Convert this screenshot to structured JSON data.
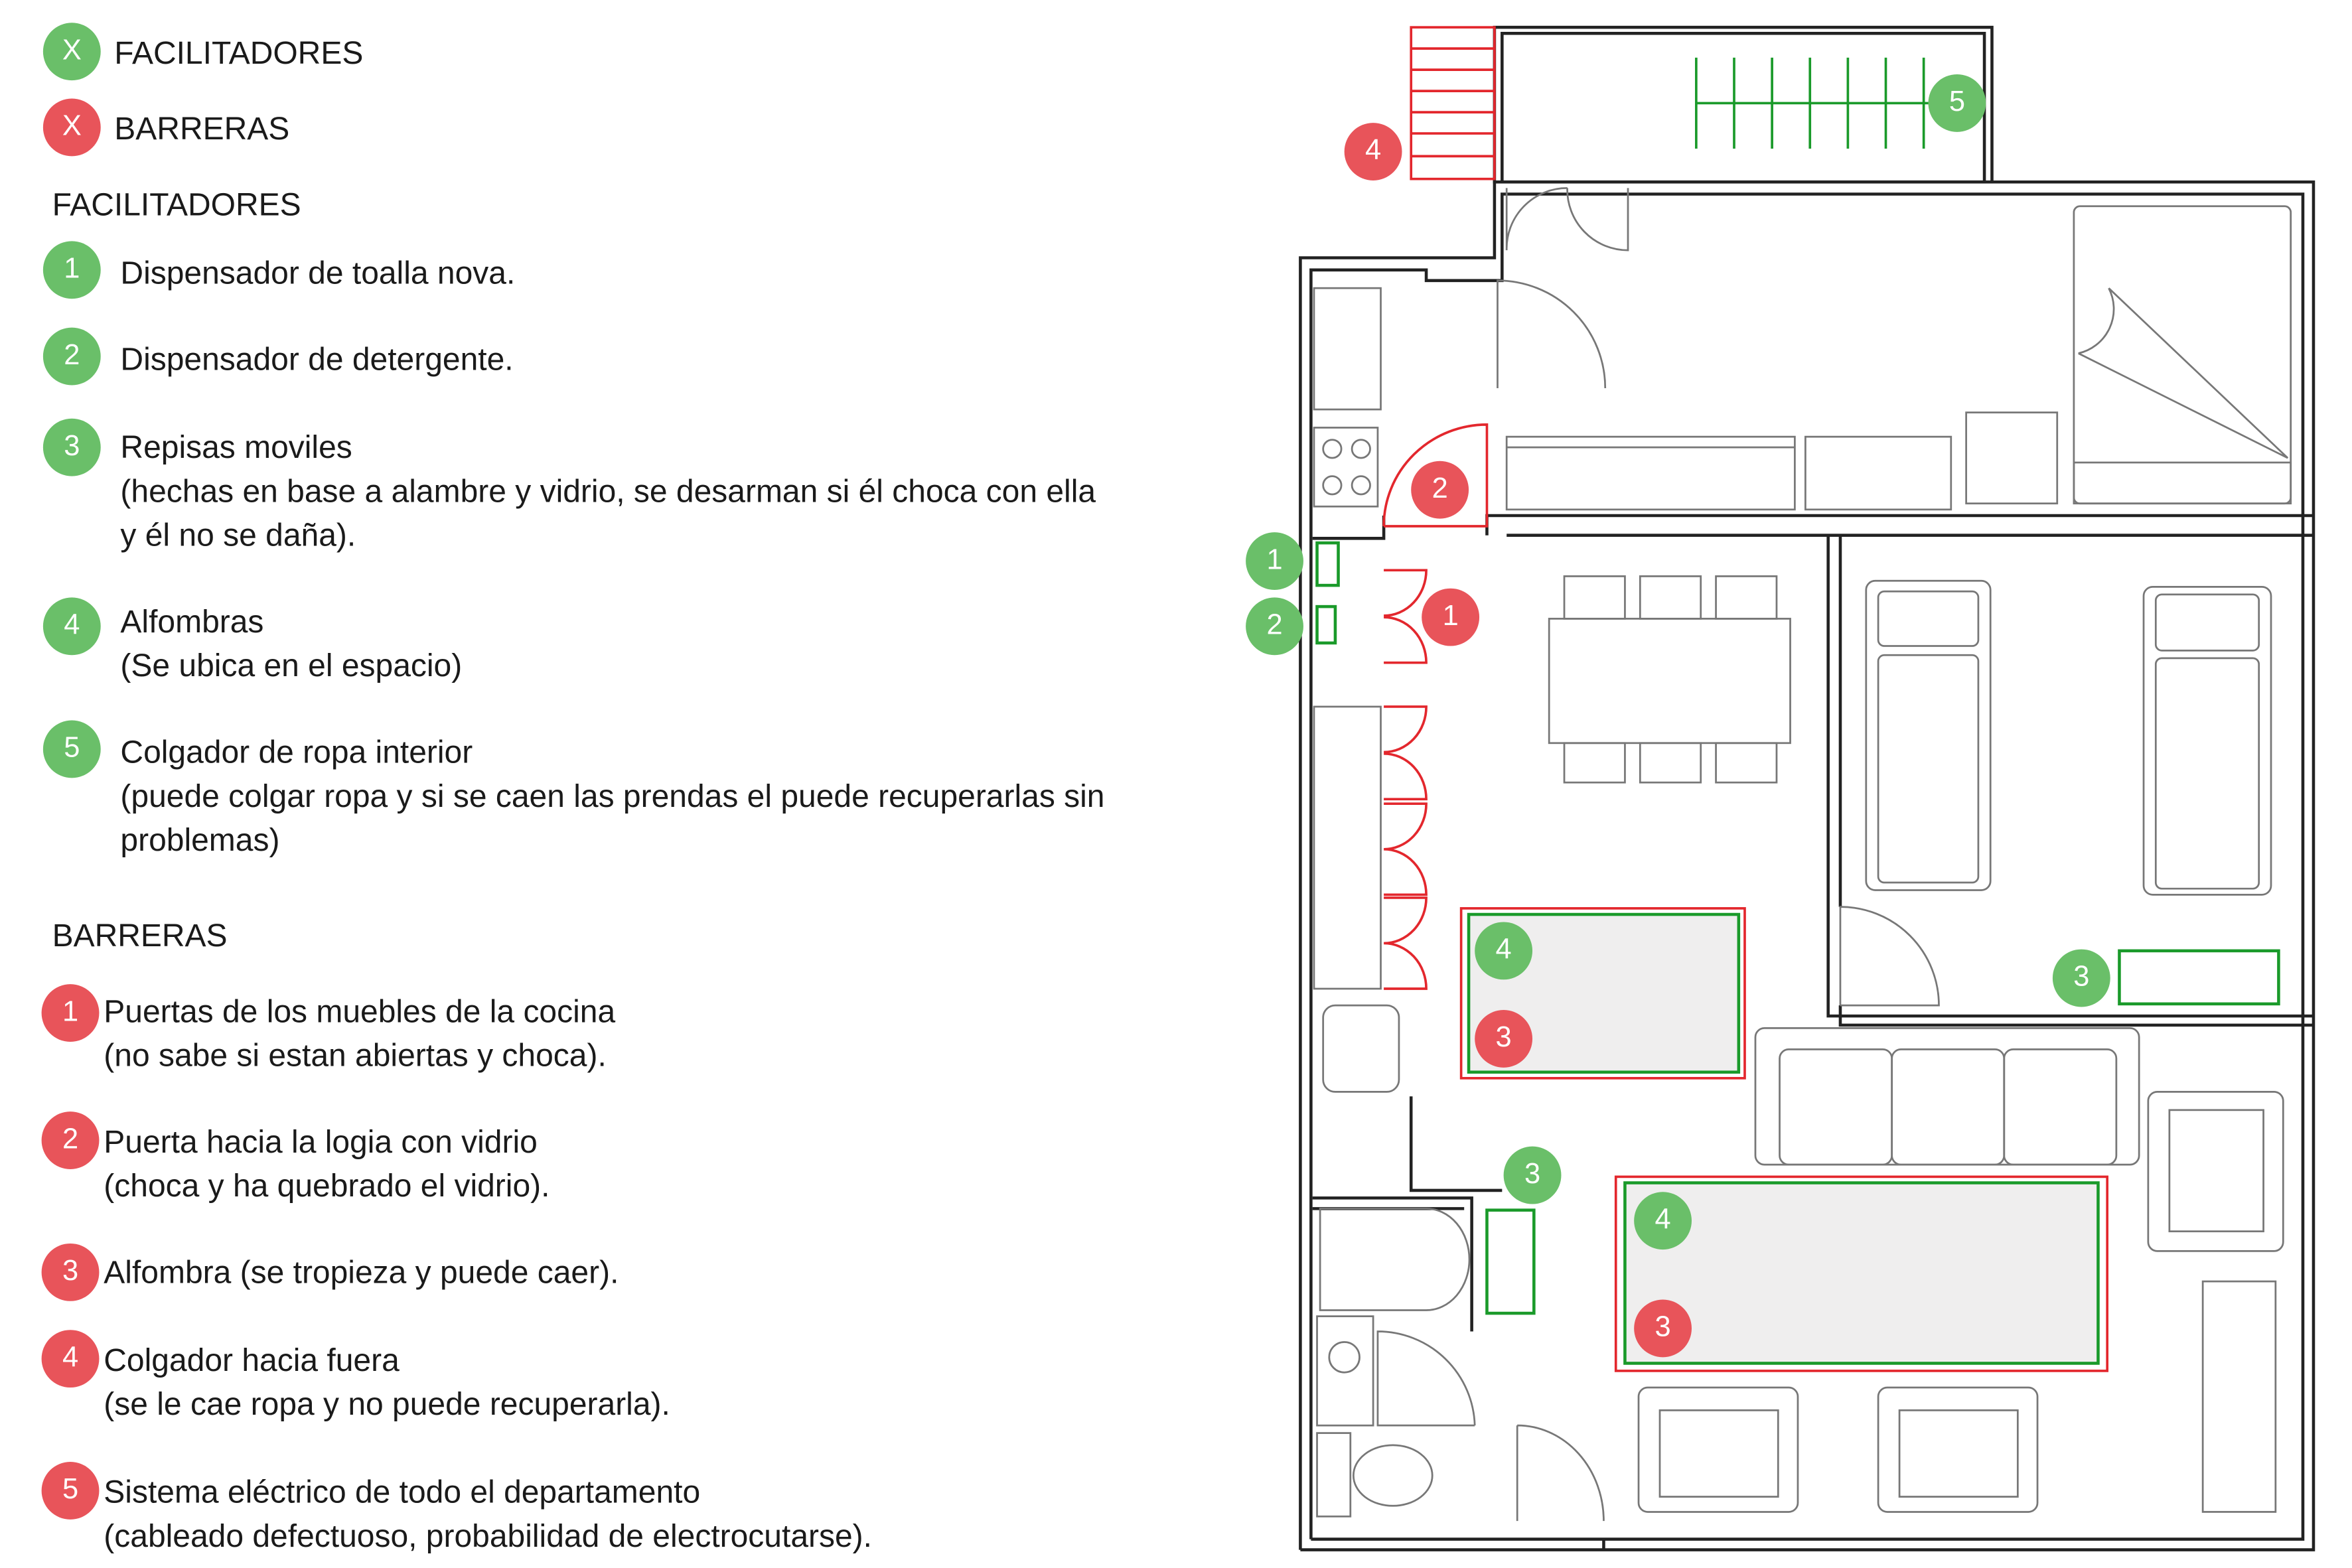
{
  "colors": {
    "facilitador": "#6abf69",
    "barrera": "#e8545a",
    "facilitador_line": "#1a9a2a",
    "barrera_line": "#e3272d"
  },
  "legend": {
    "key": [
      {
        "symbol": "X",
        "label": "FACILITADORES",
        "type": "facilitador"
      },
      {
        "symbol": "X",
        "label": "BARRERAS",
        "type": "barrera"
      }
    ],
    "facilitadores_title": "FACILITADORES",
    "facilitadores": [
      {
        "n": "1",
        "lines": [
          "Dispensador de toalla nova."
        ]
      },
      {
        "n": "2",
        "lines": [
          "Dispensador de detergente."
        ]
      },
      {
        "n": "3",
        "lines": [
          "Repisas moviles",
          "(hechas en base a alambre y vidrio, se desarman si él choca con ella",
          "y él no se daña)."
        ]
      },
      {
        "n": "4",
        "lines": [
          "Alfombras",
          "(Se ubica en el espacio)"
        ]
      },
      {
        "n": "5",
        "lines": [
          "Colgador de ropa interior",
          "(puede colgar ropa y si se caen las prendas el puede recuperarlas sin",
          "problemas)"
        ]
      }
    ],
    "barreras_title": "BARRERAS",
    "barreras": [
      {
        "n": "1",
        "lines": [
          "Puertas de los muebles de la cocina",
          "(no sabe si estan abiertas y choca)."
        ]
      },
      {
        "n": "2",
        "lines": [
          "Puerta hacia la logia con vidrio",
          "(choca y ha quebrado el vidrio)."
        ]
      },
      {
        "n": "3",
        "lines": [
          "Alfombra (se tropieza y puede caer)."
        ]
      },
      {
        "n": "4",
        "lines": [
          "Colgador hacia fuera",
          "(se le cae ropa y no puede recuperarla)."
        ]
      },
      {
        "n": "5",
        "lines": [
          "Sistema eléctrico de todo el departamento",
          "(cableado defectuoso, probabilidad de electrocutarse)."
        ]
      }
    ]
  },
  "plan_markers": {
    "green": [
      "1",
      "2",
      "5",
      "4",
      "3",
      "3",
      "4"
    ],
    "red": [
      "4",
      "2",
      "1",
      "3",
      "3"
    ]
  }
}
